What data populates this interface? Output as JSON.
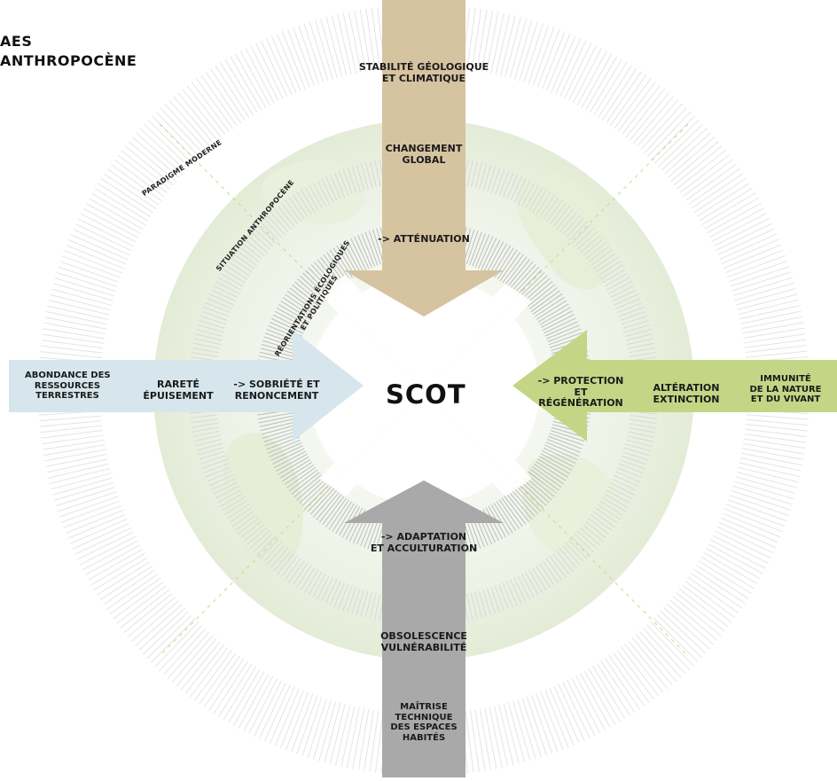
{
  "title": {
    "line1": "AES",
    "line2": "ANTHROPOCÈNE"
  },
  "center_label": "SCOT",
  "rings": {
    "outer": "PARADIGME MODERNE",
    "middle": "SITUATION ANTHROPOCÈNE",
    "inner_line1": "RÉORIENTATIONS ÉCOLOGIQUES",
    "inner_line2": "ET POLITIQUES"
  },
  "top_arrow": {
    "color": "#d6c3a0",
    "outer_1": "STABILITÉ GÉOLOGIQUE",
    "outer_2": "ET CLIMATIQUE",
    "mid_1": "CHANGEMENT",
    "mid_2": "GLOBAL",
    "inner": "-> ATTÉNUATION"
  },
  "left_arrow": {
    "color": "#d6e6ec",
    "outer_1": "ABONDANCE DES",
    "outer_2": "RESSOURCES",
    "outer_3": "TERRESTRES",
    "mid_1": "RARETÉ",
    "mid_2": "ÉPUISEMENT",
    "inner_1": "-> SOBRIÉTÉ ET",
    "inner_2": "RENONCEMENT"
  },
  "right_arrow": {
    "color": "#c4d686",
    "inner_1": "-> PROTECTION",
    "inner_2": "ET",
    "inner_3": "RÉGÉNÉRATION",
    "mid_1": "ALTÉRATION",
    "mid_2": "EXTINCTION",
    "outer_1": "IMMUNITÉ",
    "outer_2": "DE LA NATURE",
    "outer_3": "ET DU VIVANT"
  },
  "bottom_arrow": {
    "color": "#a9a9a9",
    "inner_1": "-> ADAPTATION",
    "inner_2": "ET ACCULTURATION",
    "mid_1": "OBSOLESCENCE",
    "mid_2": "VULNÉRABILITÉ",
    "outer_1": "MAÎTRISE",
    "outer_2": "TECHNIQUE",
    "outer_3": "DES ESPACES",
    "outer_4": "HABITÉS"
  }
}
